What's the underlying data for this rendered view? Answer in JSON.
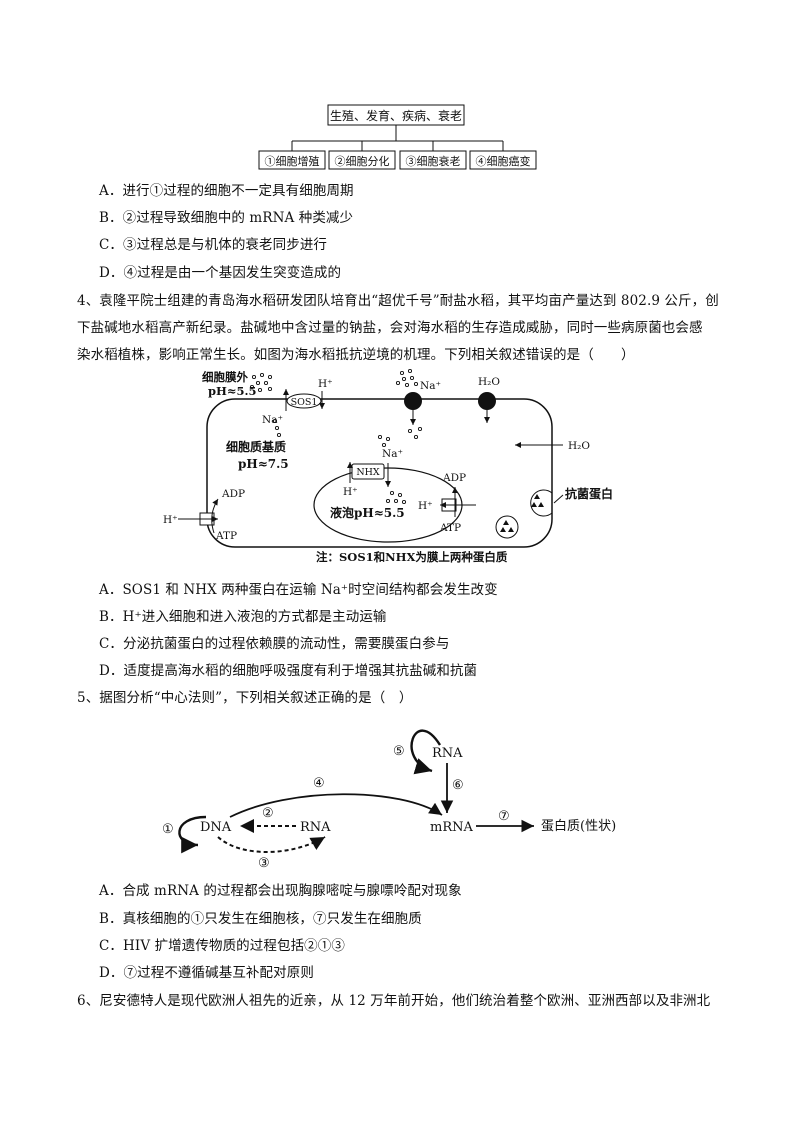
{
  "tree": {
    "root": "生殖、发育、疾病、衰老",
    "children": [
      "①细胞增殖",
      "②细胞分化",
      "③细胞衰老",
      "④细胞癌变"
    ]
  },
  "q3": {
    "options": [
      "A．进行①过程的细胞不一定具有细胞周期",
      "B．②过程导致细胞中的 mRNA 种类减少",
      "C．③过程总是与机体的衰老同步进行",
      "D．④过程是由一个基因发生突变造成的"
    ]
  },
  "q4": {
    "stem_lines": [
      "4、袁隆平院士组建的青岛海水稻研发团队培育出“超优千号”耐盐水稻，其平均亩产量达到 802.9 公斤，创",
      "下盐碱地水稻高产新纪录。盐碱地中含过量的钠盐，会对海水稻的生存造成威胁，同时一些病原菌也会感",
      "染水稻植株，影响正常生长。如图为海水稻抵抗逆境的机理。下列相关叙述错误的是（　　）"
    ],
    "figure": {
      "outside_label": "细胞膜外",
      "outside_ph": "pH≈5.5",
      "cytoplasm_label": "细胞质基质",
      "cytoplasm_ph": "pH≈7.5",
      "vacuole_label": "液泡pH≈5.5",
      "sos1": "SOS1",
      "nhx": "NHX",
      "h_plus": "H⁺",
      "na_plus": "Na⁺",
      "h2o": "H₂O",
      "adp": "ADP",
      "atp": "ATP",
      "antibacterial": "抗菌蛋白",
      "note": "注：SOS1和NHX为膜上两种蛋白质"
    },
    "options": [
      "A．SOS1 和 NHX 两种蛋白在运输 Na⁺时空间结构都会发生改变",
      "B．H⁺进入细胞和进入液泡的方式都是主动运输",
      "C．分泌抗菌蛋白的过程依赖膜的流动性，需要膜蛋白参与",
      "D．适度提高海水稻的细胞呼吸强度有利于增强其抗盐碱和抗菌"
    ]
  },
  "q5": {
    "stem": "5、据图分析“中心法则”，下列相关叙述正确的是（　）",
    "figure": {
      "dna": "DNA",
      "rna_left": "RNA",
      "rna_top": "RNA",
      "mrna": "mRNA",
      "protein": "蛋白质(性状)",
      "n1": "①",
      "n2": "②",
      "n3": "③",
      "n4": "④",
      "n5": "⑤",
      "n6": "⑥",
      "n7": "⑦"
    },
    "options": [
      "A．合成 mRNA 的过程都会出现胸腺嘧啶与腺嘌呤配对现象",
      "B．真核细胞的①只发生在细胞核，⑦只发生在细胞质",
      "C．HIV 扩增遗传物质的过程包括②①③",
      "D．⑦过程不遵循碱基互补配对原则"
    ]
  },
  "q6": {
    "stem": "6、尼安德特人是现代欧洲人祖先的近亲，从 12 万年前开始，他们统治着整个欧洲、亚洲西部以及非洲北"
  }
}
